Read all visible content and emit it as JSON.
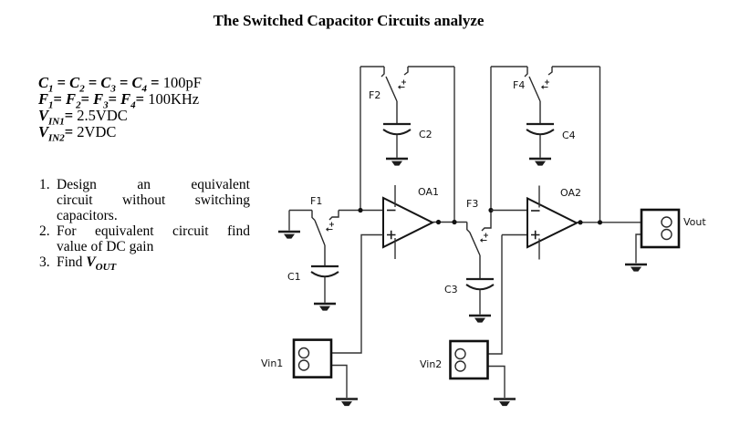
{
  "title": "The Switched Capacitor Circuits analyze",
  "colors": {
    "background": "#ffffff",
    "wire": "#333333",
    "component": "#141414",
    "text": "#000000"
  },
  "given": {
    "capacitors": [
      {
        "t": "C",
        "s": "bi"
      },
      {
        "t": "1",
        "s": "sub"
      },
      {
        "t": " = ",
        "s": "b"
      },
      {
        "t": "C",
        "s": "bi"
      },
      {
        "t": "2",
        "s": "sub"
      },
      {
        "t": " = ",
        "s": "b"
      },
      {
        "t": "C",
        "s": "bi"
      },
      {
        "t": "3",
        "s": "sub"
      },
      {
        "t": " = ",
        "s": "b"
      },
      {
        "t": "C",
        "s": "bi"
      },
      {
        "t": "4",
        "s": "sub"
      },
      {
        "t": " = ",
        "s": "b"
      },
      {
        "t": "100pF",
        "s": "n"
      }
    ],
    "frequencies": [
      {
        "t": "F",
        "s": "bi"
      },
      {
        "t": "1",
        "s": "sub"
      },
      {
        "t": "= ",
        "s": "b"
      },
      {
        "t": "F",
        "s": "bi"
      },
      {
        "t": "2",
        "s": "sub"
      },
      {
        "t": "= ",
        "s": "b"
      },
      {
        "t": "F",
        "s": "bi"
      },
      {
        "t": "3",
        "s": "sub"
      },
      {
        "t": "= ",
        "s": "b"
      },
      {
        "t": "F",
        "s": "bi"
      },
      {
        "t": "4",
        "s": "sub"
      },
      {
        "t": "= ",
        "s": "b"
      },
      {
        "t": "100KHz",
        "s": "n"
      }
    ],
    "vin1": [
      {
        "t": "V",
        "s": "bi"
      },
      {
        "t": "IN1",
        "s": "sub"
      },
      {
        "t": "= ",
        "s": "b"
      },
      {
        "t": "2.5VDC",
        "s": "n"
      }
    ],
    "vin2": [
      {
        "t": "V",
        "s": "bi"
      },
      {
        "t": "IN2",
        "s": "sub"
      },
      {
        "t": "= ",
        "s": "b"
      },
      {
        "t": "2VDC",
        "s": "n"
      }
    ]
  },
  "tasks": [
    {
      "num": "1.",
      "lines": [
        "Design an equivalent",
        "circuit without switching",
        "capacitors."
      ]
    },
    {
      "num": "2.",
      "lines": [
        "For equivalent circuit find",
        "value of DC gain"
      ]
    },
    {
      "num": "3.",
      "formula": [
        {
          "t": "Find ",
          "s": "n"
        },
        {
          "t": "V",
          "s": "bi"
        },
        {
          "t": "OUT",
          "s": "sub"
        }
      ]
    }
  ],
  "circuit": {
    "labels": {
      "f1": "F1",
      "f2": "F2",
      "f3": "F3",
      "f4": "F4",
      "c1": "C1",
      "c2": "C2",
      "c3": "C3",
      "c4": "C4",
      "oa1": "OA1",
      "oa2": "OA2",
      "vin1": "Vin1",
      "vin2": "Vin2",
      "vout": "Vout"
    }
  }
}
